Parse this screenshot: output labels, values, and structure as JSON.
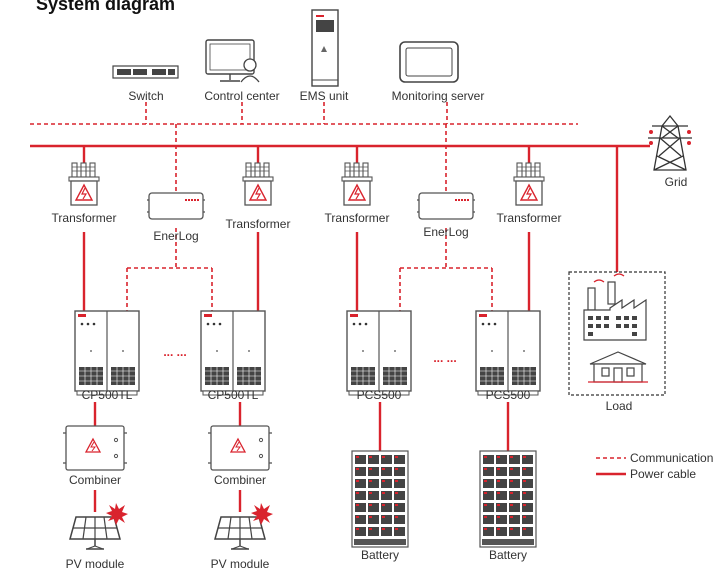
{
  "title": "System diagram",
  "labels": {
    "switch": "Switch",
    "control_center": "Control center",
    "ems_unit": "EMS unit",
    "monitoring_server": "Monitoring server",
    "grid": "Grid",
    "transformer": "Transformer",
    "enerlog": "EnerLog",
    "cp500tl": "CP500TL",
    "pcs500": "PCS500",
    "combiner": "Combiner",
    "pv_module": "PV module",
    "battery": "Battery",
    "load": "Load",
    "ellipsis": "... ..."
  },
  "legend": {
    "communication": "Communication cab",
    "power": "Power cable"
  },
  "colors": {
    "accent": "#d9232d",
    "device": "#555555"
  }
}
